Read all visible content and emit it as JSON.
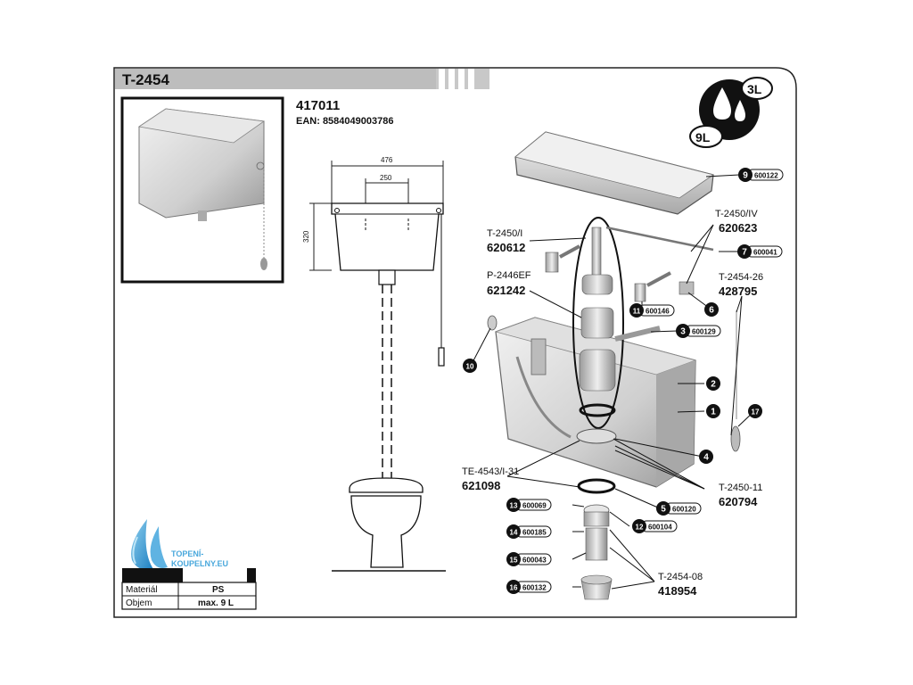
{
  "header": {
    "code": "T-2454"
  },
  "product": {
    "number": "417011",
    "ean": "EAN: 8584049003786"
  },
  "capacity": {
    "small": "3L",
    "large": "9L"
  },
  "dimensions": {
    "width": "476",
    "bolt_spacing": "250",
    "height": "320"
  },
  "logo": {
    "line1": "TOPENÍ-",
    "line2": "KOUPELNY.EU"
  },
  "spec_table": {
    "rows": [
      {
        "label": "Materiál",
        "value": "PS"
      },
      {
        "label": "Objem",
        "value": "max. 9 L"
      }
    ]
  },
  "callouts": [
    {
      "num": "1",
      "code": ""
    },
    {
      "num": "2",
      "code": ""
    },
    {
      "num": "3",
      "code": "600129"
    },
    {
      "num": "4",
      "code": ""
    },
    {
      "num": "5",
      "code": "600120"
    },
    {
      "num": "6",
      "code": ""
    },
    {
      "num": "7",
      "code": "600041"
    },
    {
      "num": "9",
      "code": "600122"
    },
    {
      "num": "10",
      "code": ""
    },
    {
      "num": "11",
      "code": "600146"
    },
    {
      "num": "12",
      "code": "600104"
    },
    {
      "num": "13",
      "code": "600069"
    },
    {
      "num": "14",
      "code": "600185"
    },
    {
      "num": "15",
      "code": "600043"
    },
    {
      "num": "16",
      "code": "600132"
    },
    {
      "num": "17",
      "code": ""
    }
  ],
  "part_labels": [
    {
      "ref": "T-2450/I",
      "code": "620612"
    },
    {
      "ref": "P-2446EF",
      "code": "621242"
    },
    {
      "ref": "T-2450/IV",
      "code": "620623"
    },
    {
      "ref": "T-2454-26",
      "code": "428795"
    },
    {
      "ref": "TE-4543/I-31",
      "code": "621098"
    },
    {
      "ref": "T-2450-11",
      "code": "620794"
    },
    {
      "ref": "T-2454-08",
      "code": "418954"
    }
  ]
}
